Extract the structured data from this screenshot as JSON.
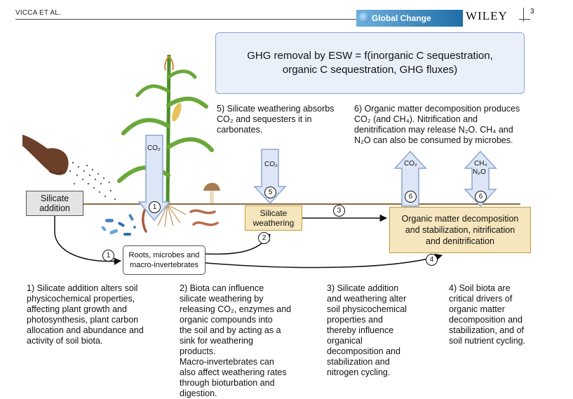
{
  "header": {
    "running_head": "VICCA ET AL.",
    "journal": "Global Change Biology",
    "publisher": "WILEY",
    "page": "3"
  },
  "ghg_box": {
    "line1": "GHG removal by ESW = f(inorganic C sequestration,",
    "line2": "organic C sequestration, GHG fluxes)"
  },
  "note5": {
    "line1": "5) Silicate weathering absorbs",
    "line2": "CO₂ and sequesters it in",
    "line3": "carbonates."
  },
  "note6": {
    "line1": "6) Organic matter decomposition produces",
    "line2": "CO₂ (and CH₄). Nitrification and",
    "line3": "denitrification may release N₂O. CH₄ and",
    "line4": "N₂O can also be consumed by microbes."
  },
  "arrows": {
    "co2_plant": "CO₂",
    "co2_weathering": "CO₂",
    "co2_om": "CO₂",
    "ch4": "CH₄",
    "n2o": "N₂O"
  },
  "markers": {
    "m1a": "1",
    "m1b": "1",
    "m2": "2",
    "m3": "3",
    "m4": "4",
    "m5": "5",
    "m6a": "6",
    "m6b": "6"
  },
  "boxes": {
    "silicate_addition": {
      "line1": "Silicate",
      "line2": "addition"
    },
    "roots": {
      "line1": "Roots, microbes and",
      "line2": "macro-invertebrates"
    },
    "weathering": {
      "line1": "Silicate",
      "line2": "weathering"
    },
    "om": {
      "line1": "Organic matter decomposition",
      "line2": "and stabilization, nitrification",
      "line3": "and denitrification"
    }
  },
  "captions": {
    "c1": [
      "1) Silicate addition alters soil",
      "physicochemical properties,",
      "affecting plant growth and",
      "photosynthesis, plant carbon",
      "allocation and abundance and",
      "activity of soil biota."
    ],
    "c2": [
      "2) Biota can influence",
      "silicate weathering by",
      "releasing CO₂, enzymes and",
      "organic compounds into",
      "the soil and by acting as a",
      "sink for weathering",
      "products.",
      "Macro-invertebrates can",
      "also affect weathering rates",
      "through bioturbation and",
      "digestion."
    ],
    "c3": [
      "3) Silicate addition",
      "and weathering alter",
      "soil physicochemical",
      "properties and",
      "thereby influence",
      "organical",
      "decomposition and",
      "stabilization and",
      "nitrogen cycling."
    ],
    "c4": [
      "4) Soil biota are",
      "critical drivers of",
      "organic matter",
      "decomposition and",
      "stabilization, and of",
      "soil nutrient cycling."
    ]
  },
  "colors": {
    "arrow_fill": "#dde6f6",
    "arrow_stroke": "#8aa4cf",
    "process_fill": "#f6e6bd",
    "process_stroke": "#c59b3a",
    "soil": "#8a6a3a"
  }
}
